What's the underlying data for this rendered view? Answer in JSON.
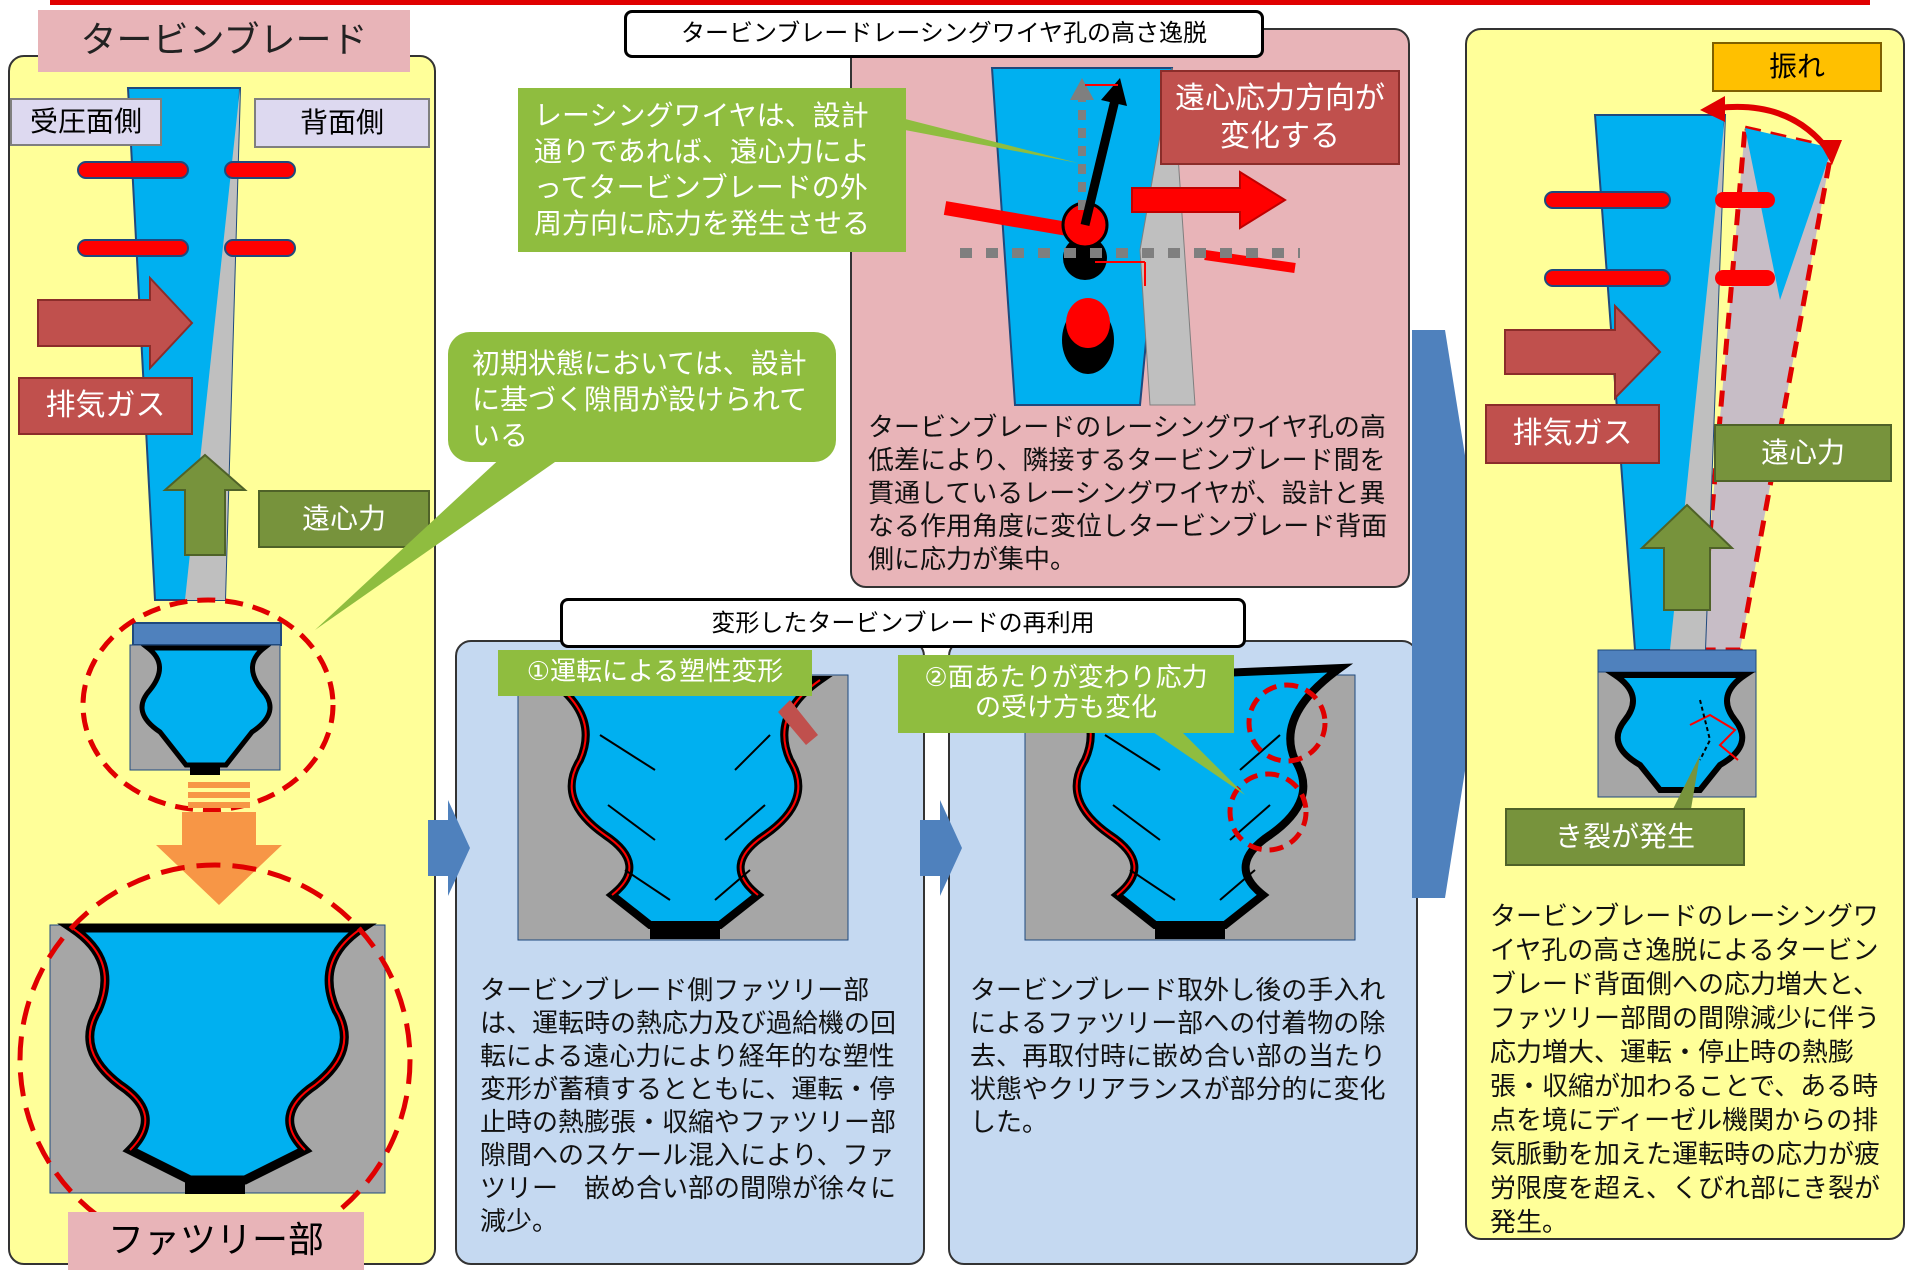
{
  "left": {
    "title": "タービンブレード",
    "pressure_side": "受圧面側",
    "suction_side": "背面側",
    "exhaust_gas": "排気ガス",
    "centrifugal": "遠心力",
    "fir_tree": "ファツリー部"
  },
  "callout_initial": "初期状態においては、設計に基づく隙間が設けられている",
  "top_center": {
    "title": "タービンブレードレーシングワイヤ孔の高さ逸脱",
    "callout_wire": "レーシングワイヤは、設計通りであれば、遠心力によってタービンブレードの外周方向に応力を発生させる",
    "stress_direction": "遠心応力方向が変化する",
    "description": "タービンブレードのレーシングワイヤ孔の高低差により、隣接するタービンブレード間を貫通しているレーシングワイヤが、設計と異なる作用角度に変位しタービンブレード背面側に応力が集中。"
  },
  "bottom_center": {
    "title": "変形したタービンブレードの再利用",
    "step1_label": "①運転による塑性変形",
    "step2_label": "②面あたりが変わり応力の受け方も変化",
    "step1_text": "タービンブレード側ファツリー部は、運転時の熱応力及び過給機の回転による遠心力により経年的な塑性変形が蓄積するとともに、運転・停止時の熱膨張・収縮やファツリー部隙間へのスケール混入により、ファツリー　嵌め合い部の間隙が徐々に減少。",
    "step2_text": "タービンブレード取外し後の手入れによるファツリー部への付着物の除去、再取付時に嵌め合い部の当たり状態やクリアランスが部分的に変化した。"
  },
  "right": {
    "vibration": "振れ",
    "exhaust_gas": "排気ガス",
    "centrifugal": "遠心力",
    "crack": "き裂が発生",
    "description": "タービンブレードのレーシングワイヤ孔の高さ逸脱によるタービンブレード背面側への応力増大と、ファツリー部間の間隙減少に伴う応力増大、運転・停止時の熱膨張・収縮が加わることで、ある時点を境にディーゼル機関からの排気脈動を加えた運転時の応力が疲労限度を超え、くびれ部にき裂が発生。"
  },
  "colors": {
    "blade_blue": "#00b0f0",
    "wire_red": "#ff0000",
    "yellow_panel": "#ffff99",
    "pink_panel": "#e8b4b8",
    "blue_panel": "#c5d9f1",
    "callout_green": "#8fbd3f",
    "label_red": "#c0504d",
    "label_olive": "#77933c",
    "arrow_blue": "#4f81bd",
    "arrow_orange": "#f79646",
    "vibration_orange": "#ffc000"
  }
}
